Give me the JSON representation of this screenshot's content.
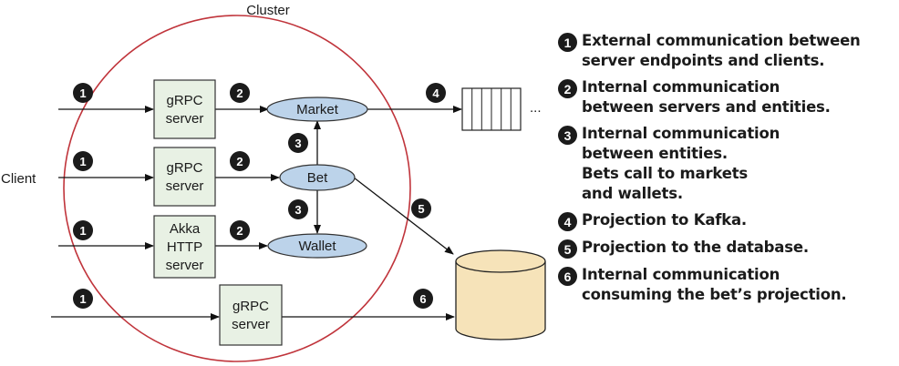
{
  "diagram": {
    "cluster_label": "Cluster",
    "client_label": "Client",
    "servers": {
      "grpc_1": [
        "gRPC",
        "server"
      ],
      "grpc_2": [
        "gRPC",
        "server"
      ],
      "akka_http": [
        "Akka",
        "HTTP",
        "server"
      ],
      "grpc_projection": [
        "gRPC",
        "server"
      ]
    },
    "entities": {
      "market": "Market",
      "bet": "Bet",
      "wallet": "Wallet"
    },
    "queue_ellipsis": "...",
    "markers": {
      "one": "1",
      "two": "2",
      "three": "3",
      "four": "4",
      "five": "5",
      "six": "6"
    },
    "colors": {
      "cluster_border": "#c0343b",
      "server_fill": "#e8f1e4",
      "entity_fill": "#bcd3ea",
      "database_fill": "#f6e3b9",
      "marker_fill": "#1b1b1b"
    }
  },
  "legend": [
    {
      "number": "1",
      "text": "External communication between\nserver endpoints and clients."
    },
    {
      "number": "2",
      "text": "Internal communication\nbetween servers and entities."
    },
    {
      "number": "3",
      "text": "Internal communication\nbetween entities.\nBets call to markets\nand wallets."
    },
    {
      "number": "4",
      "text": "Projection to Kafka."
    },
    {
      "number": "5",
      "text": "Projection to the database."
    },
    {
      "number": "6",
      "text": "Internal communication\nconsuming the bet’s projection."
    }
  ]
}
